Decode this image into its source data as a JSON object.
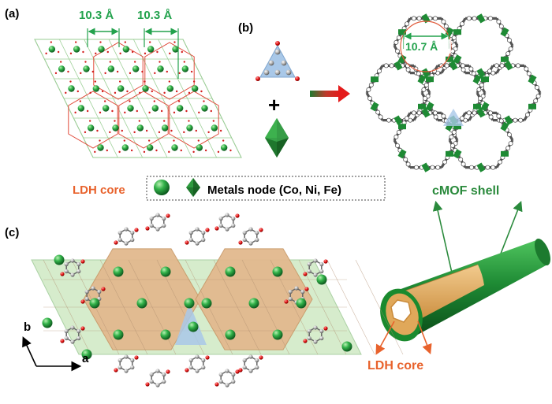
{
  "panels": {
    "a": {
      "label": "(a)",
      "spacing_left": "10.3 Å",
      "spacing_right": "10.3 Å"
    },
    "b": {
      "label": "(b)",
      "plus_sign": "+",
      "pore_size": "10.7 Å"
    },
    "c": {
      "label": "(c)",
      "axis_b": "b",
      "axis_a": "a"
    }
  },
  "legend": {
    "ldh_core_label": "LDH core",
    "metal_nodes_text": "Metals node (Co, Ni, Fe)"
  },
  "nanowire": {
    "shell_label": "cMOF shell",
    "core_label": "LDH core"
  },
  "colors": {
    "dimension_green": "#23a24d",
    "ldh_orange": "#e8622c",
    "shell_green": "#2a8a3c",
    "ldh_fill": "#e2b98e",
    "plane_green": "#cfe9c4",
    "linker_blue": "#a9c8e8",
    "arrow_red": "#e02020"
  },
  "icons": [
    "green-sphere-icon",
    "green-octahedron-icon",
    "blue-triangle-linker-icon",
    "red-arrow-icon"
  ]
}
